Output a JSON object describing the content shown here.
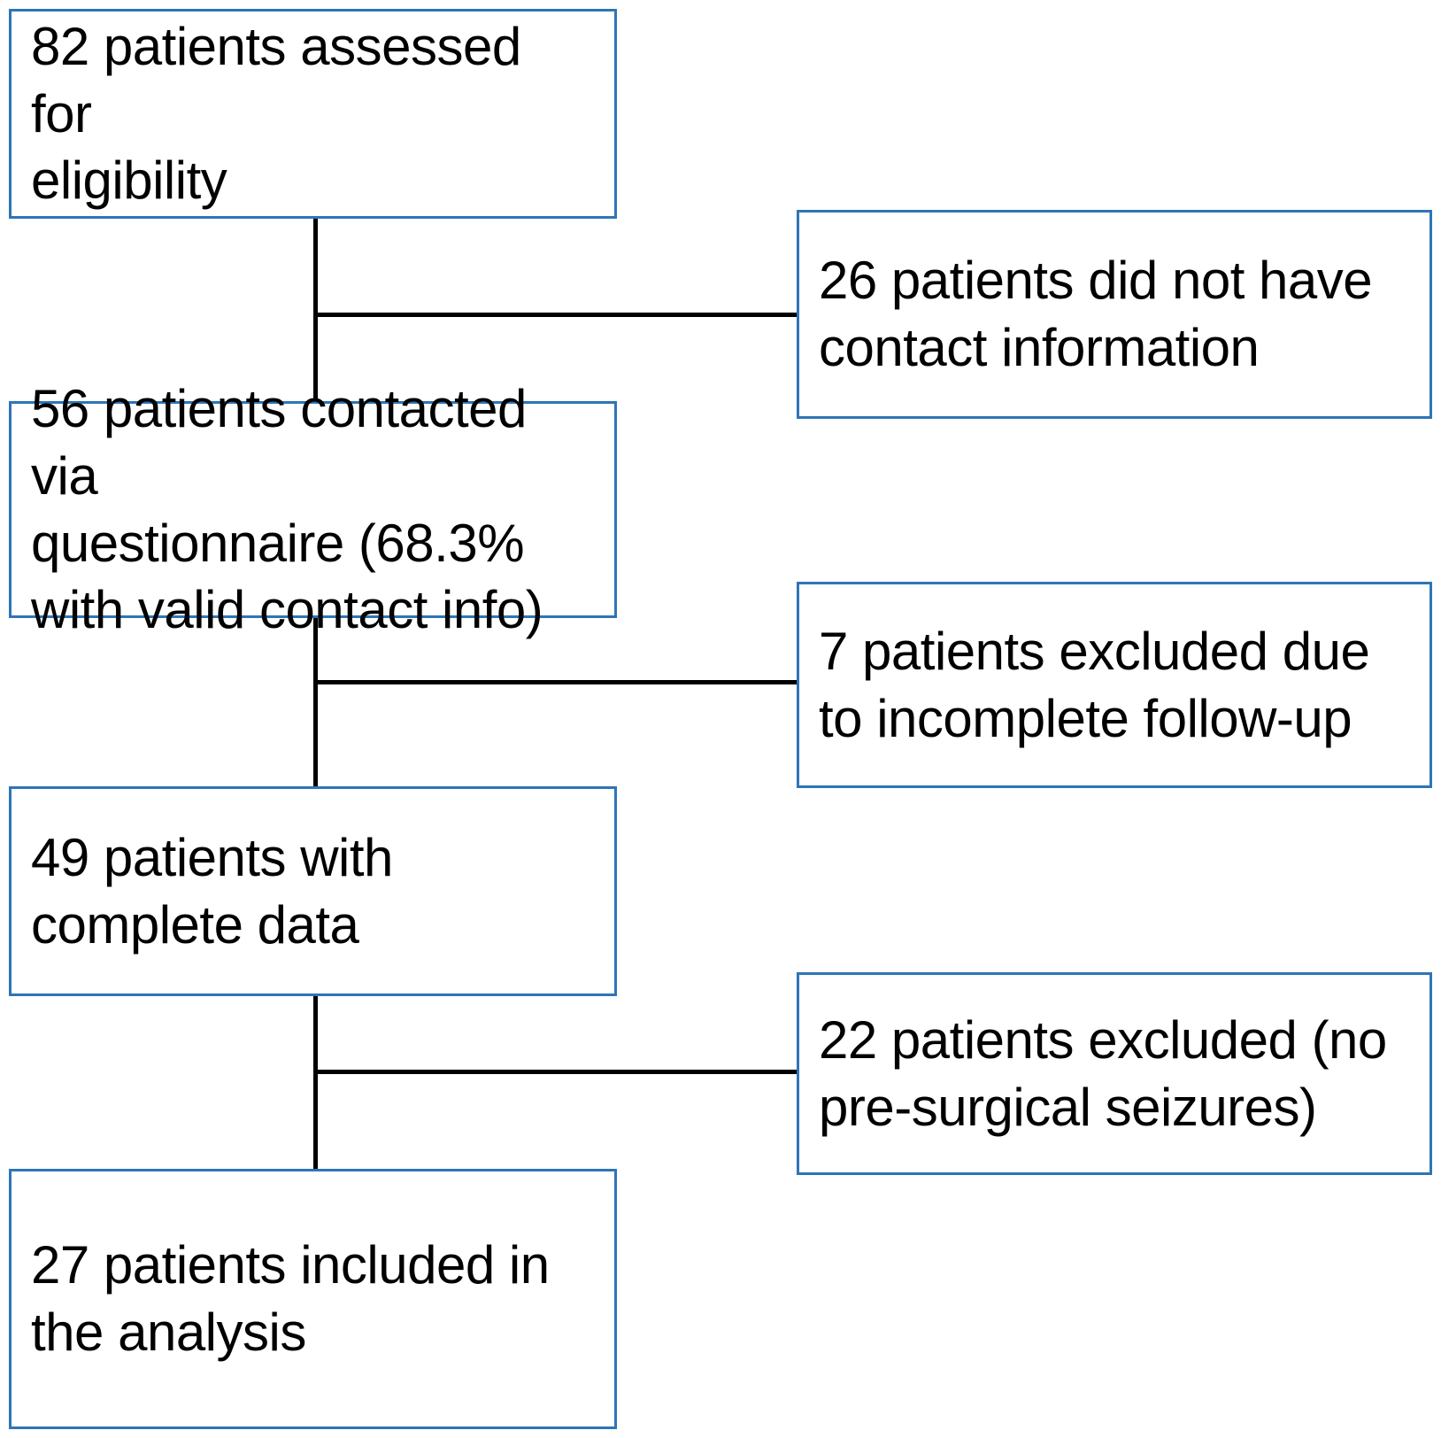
{
  "chart_data": {
    "type": "diagram",
    "diagram_type": "participant-flow-diagram",
    "title": "",
    "orientation": "top-to-bottom",
    "node_border_color": "#2E75B6",
    "connector_color": "#000000",
    "background_color": "#FFFFFF",
    "nodes": [
      {
        "id": "assessed",
        "column": "left",
        "count": 82,
        "label": "82 patients assessed for eligibility"
      },
      {
        "id": "no-contact",
        "column": "right",
        "count": 26,
        "label": "26 patients did not have contact information"
      },
      {
        "id": "contacted",
        "column": "left",
        "count": 56,
        "label": "56 patients contacted via questionnaire (68.3% with valid contact info)"
      },
      {
        "id": "incomplete",
        "column": "right",
        "count": 7,
        "label": "7 patients excluded due to incomplete follow-up"
      },
      {
        "id": "complete",
        "column": "left",
        "count": 49,
        "label": "49 patients with complete data"
      },
      {
        "id": "no-seizures",
        "column": "right",
        "count": 22,
        "label": "22 patients excluded (no pre-surgical seizures)"
      },
      {
        "id": "included",
        "column": "left",
        "count": 27,
        "label": "27 patients included in the analysis"
      }
    ],
    "edges": [
      {
        "from": "assessed",
        "to": "contacted",
        "type": "vertical"
      },
      {
        "from": "assessed",
        "to": "no-contact",
        "type": "branch-right"
      },
      {
        "from": "contacted",
        "to": "complete",
        "type": "vertical"
      },
      {
        "from": "contacted",
        "to": "incomplete",
        "type": "branch-right"
      },
      {
        "from": "complete",
        "to": "included",
        "type": "vertical"
      },
      {
        "from": "complete",
        "to": "no-seizures",
        "type": "branch-right"
      }
    ]
  },
  "flow": {
    "boxes": {
      "assessed": {
        "text": "82 patients assessed for\neligibility"
      },
      "no_contact": {
        "text": "26 patients did not have\ncontact information"
      },
      "contacted": {
        "text": "56 patients contacted via\nquestionnaire (68.3%\nwith valid contact info)"
      },
      "incomplete": {
        "text": "7 patients excluded due\nto incomplete follow-up"
      },
      "complete": {
        "text": "49 patients with\ncomplete data"
      },
      "no_seizures": {
        "text": "22 patients excluded (no\npre-surgical seizures)"
      },
      "included": {
        "text": "27 patients included in\nthe analysis"
      }
    }
  }
}
